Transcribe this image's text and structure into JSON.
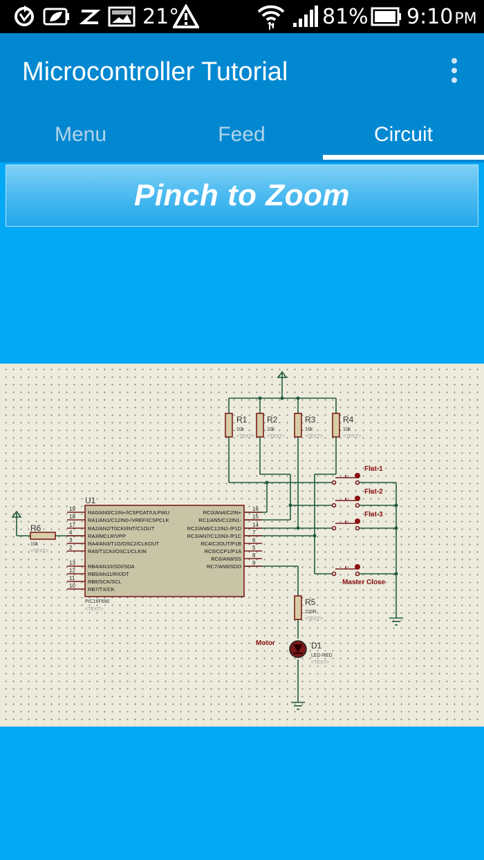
{
  "status_bar": {
    "temperature": "21°",
    "battery": "81%",
    "time": "9:10",
    "ampm": "PM"
  },
  "app_bar": {
    "title": "Microcontroller Tutorial"
  },
  "tabs": [
    {
      "label": "Menu"
    },
    {
      "label": "Feed"
    },
    {
      "label": "Circuit"
    }
  ],
  "banner": {
    "label": "Pinch to Zoom"
  },
  "circuit": {
    "mcu": {
      "ref": "U1",
      "part": "PIC16F690",
      "text": "<TEXT>",
      "left_pins": [
        {
          "num": "19",
          "name": "RA0/AN0/C1IN+/ICSPDAT/ULPWU"
        },
        {
          "num": "18",
          "name": "RA1/AN1/C12IN0-/VREF/ICSPCLK"
        },
        {
          "num": "17",
          "name": "RA2/AN2/T0CKI/INT/C1OUT"
        },
        {
          "num": "4",
          "name": "RA3/MCLR/VPP"
        },
        {
          "num": "3",
          "name": "RA4/AN3/T1G/OSC2/CLKOUT"
        },
        {
          "num": "2",
          "name": "RA5/T1CKI/OSC1/CLKIN"
        },
        {
          "num": "13",
          "name": "RB4/AN10/SDI/SDA"
        },
        {
          "num": "12",
          "name": "RB5/AN11/RX/DT"
        },
        {
          "num": "11",
          "name": "RB6/SCK/SCL"
        },
        {
          "num": "10",
          "name": "RB7/TX/CK"
        }
      ],
      "right_pins": [
        {
          "num": "16",
          "name": "RC0/AN4/C2IN+"
        },
        {
          "num": "15",
          "name": "RC1/AN5/C12IN1-"
        },
        {
          "num": "14",
          "name": "RC2/AN6/C12IN2-/P1D"
        },
        {
          "num": "7",
          "name": "RC3/AN7/C12IN3-/P1C"
        },
        {
          "num": "6",
          "name": "RC4/C2OUT/P1B"
        },
        {
          "num": "5",
          "name": "RC5/CCP1/P1A"
        },
        {
          "num": "8",
          "name": "RC6/AN8/SS"
        },
        {
          "num": "9",
          "name": "RC7/AN9/SDO"
        }
      ]
    },
    "resistors": [
      {
        "ref": "R1",
        "value": "10k",
        "text": "<TEXT>"
      },
      {
        "ref": "R2",
        "value": "10k",
        "text": "<TEXT>"
      },
      {
        "ref": "R3",
        "value": "10k",
        "text": "<TEXT>"
      },
      {
        "ref": "R4",
        "value": "10k",
        "text": "<TEXT>"
      }
    ],
    "r5": {
      "ref": "R5",
      "value": "220R",
      "text": "<TEXT>"
    },
    "r6": {
      "ref": "R6",
      "value": "10k",
      "text": "<TEXT>"
    },
    "led": {
      "ref": "D1",
      "value": "LED-RED",
      "text": "<TEXT>",
      "label": "Motor"
    },
    "switches": [
      {
        "label": "Flat-1"
      },
      {
        "label": "Flat-2"
      },
      {
        "label": "Flat-3"
      },
      {
        "label": "Master Close"
      }
    ],
    "colors": {
      "wire": "#1f5a3a",
      "component": "#7a1a1a",
      "body_fill": "#c9c4a6",
      "label_red": "#8b1010"
    }
  }
}
